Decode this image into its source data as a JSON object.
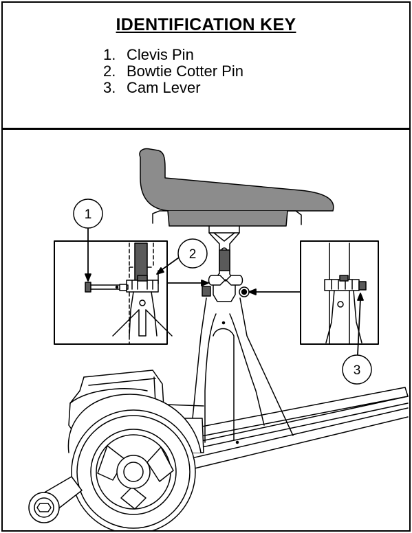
{
  "key": {
    "title": "IDENTIFICATION KEY",
    "items": [
      {
        "number": "1.",
        "label": "Clevis Pin"
      },
      {
        "number": "2.",
        "label": "Bowtie Cotter Pin"
      },
      {
        "number": "3.",
        "label": "Cam Lever"
      }
    ]
  },
  "callouts": [
    {
      "number": "1",
      "part": "Clevis Pin"
    },
    {
      "number": "2",
      "part": "Bowtie Cotter Pin"
    },
    {
      "number": "3",
      "part": "Cam Lever"
    }
  ],
  "colors": {
    "line": "#000000",
    "seat": "#8c8c8c",
    "dark_part": "#5a5a5a",
    "background": "#ffffff"
  }
}
